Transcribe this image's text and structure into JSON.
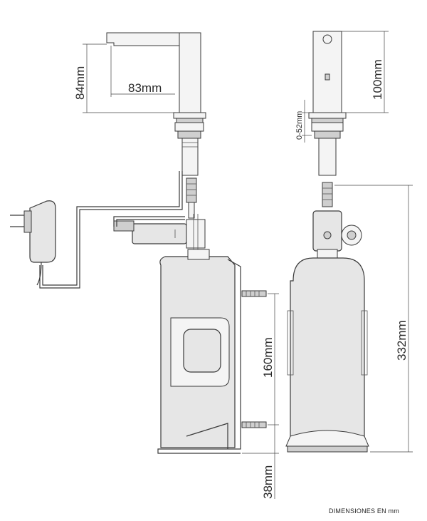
{
  "dimensions": {
    "spout_height": "84mm",
    "spout_reach": "83mm",
    "head_height": "100mm",
    "adjust_range": "0-52mm",
    "tank_spacing": "160mm",
    "total_height": "332mm",
    "bottom_offset": "38mm"
  },
  "footer": {
    "note": "DIMENSIONES EN mm"
  },
  "colors": {
    "line": "#3a3a3a",
    "fill": "#e6e6e6"
  }
}
